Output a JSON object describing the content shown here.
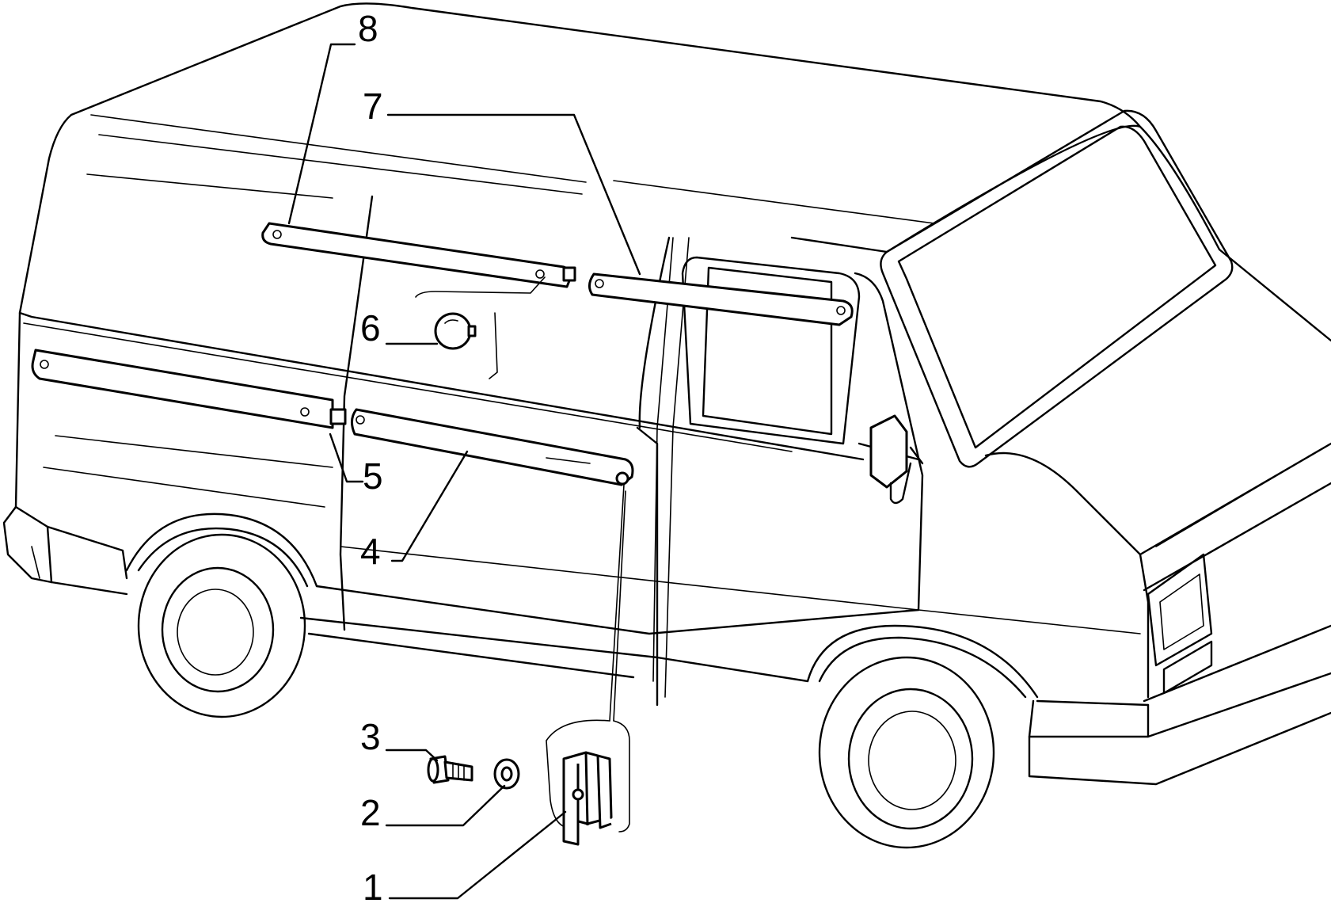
{
  "diagram": {
    "callouts": [
      {
        "id": "1",
        "label": "1"
      },
      {
        "id": "2",
        "label": "2"
      },
      {
        "id": "3",
        "label": "3"
      },
      {
        "id": "4",
        "label": "4"
      },
      {
        "id": "5",
        "label": "5"
      },
      {
        "id": "6",
        "label": "6"
      },
      {
        "id": "7",
        "label": "7"
      },
      {
        "id": "8",
        "label": "8"
      }
    ]
  },
  "colors": {
    "ink": "#000000",
    "paper": "#ffffff"
  }
}
